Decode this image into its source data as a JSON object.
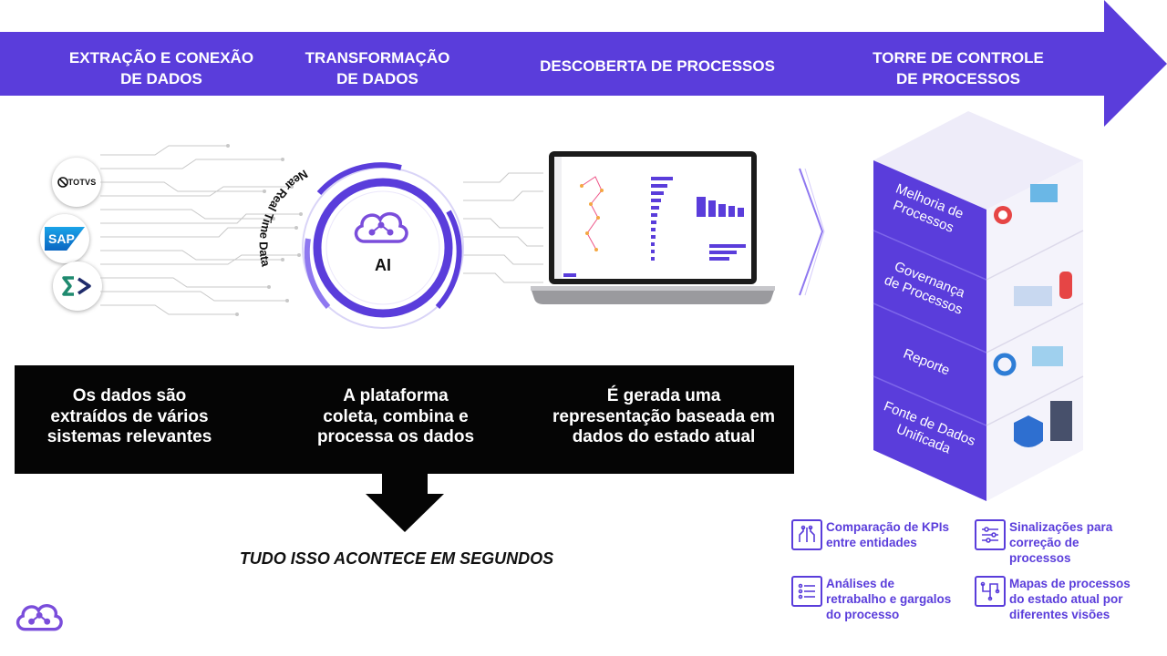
{
  "colors": {
    "brand": "#5a3ddb",
    "brand_light": "#8f78f0",
    "panel": "#050505",
    "text_dark": "#111111"
  },
  "stages": [
    {
      "label": "EXTRAÇÃO E CONEXÃO\nDE DADOS"
    },
    {
      "label": "TRANSFORMAÇÃO\nDE DADOS"
    },
    {
      "label": "DESCOBERTA DE PROCESSOS"
    },
    {
      "label": "TORRE DE CONTROLE\nDE PROCESSOS"
    }
  ],
  "sources": [
    {
      "name": "TOTVS",
      "icon": "totvs-logo-icon"
    },
    {
      "name": "SAP",
      "icon": "sap-logo-icon"
    },
    {
      "name": "",
      "icon": "sigma-arrow-logo-icon"
    }
  ],
  "ai": {
    "label": "AI",
    "near_real_time": "Near Real Time Data"
  },
  "tower_layers": [
    {
      "label": "Melhoria de\nProcessos"
    },
    {
      "label": "Governança\nde Processos"
    },
    {
      "label": "Reporte"
    },
    {
      "label": "Fonte de Dados\nUnificada"
    }
  ],
  "panel": {
    "texts": [
      "Os dados são\nextraídos de vários\nsistemas relevantes",
      "A plataforma\ncoleta, combina e\nprocessa os dados",
      "É gerada uma\nrepresentação baseada em\ndados do estado atual"
    ]
  },
  "tagline": "TUDO ISSO ACONTECE EM SEGUNDOS",
  "features": [
    {
      "text": "Comparação de KPIs\nentre entidades",
      "icon": "circuit-board-icon"
    },
    {
      "text": "Sinalizações para\ncorreção de\nprocessos",
      "icon": "sliders-icon"
    },
    {
      "text": "Análises de\nretrabalho e gargalos\ndo processo",
      "icon": "list-icon"
    },
    {
      "text": "Mapas de processos\ndo estado atual por\ndiferentes visões",
      "icon": "process-map-icon"
    }
  ]
}
